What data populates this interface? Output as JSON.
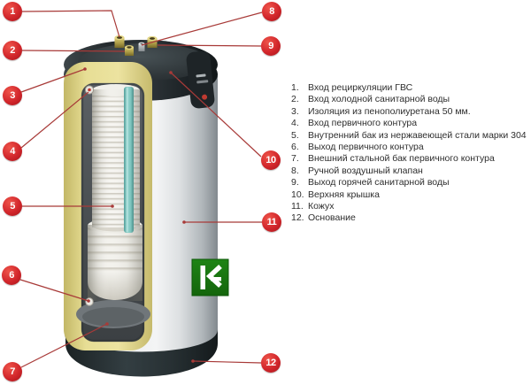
{
  "callouts": [
    "1",
    "2",
    "3",
    "4",
    "5",
    "6",
    "7",
    "8",
    "9",
    "10",
    "11",
    "12"
  ],
  "legend": {
    "items": [
      {
        "num": "1.",
        "label": "Вход рециркуляции ГВС"
      },
      {
        "num": "2.",
        "label": "Вход холодной санитарной воды"
      },
      {
        "num": "3.",
        "label": "Изоляция из пенополиуретана 50 мм."
      },
      {
        "num": "4.",
        "label": "Вход первичного контура"
      },
      {
        "num": "5.",
        "label": "Внутренний бак из нержавеющей стали марки 304"
      },
      {
        "num": "6.",
        "label": "Выход первичного контура"
      },
      {
        "num": "7.",
        "label": "Внешний стальной бак первичного контура"
      },
      {
        "num": "8.",
        "label": "Ручной воздушный клапан"
      },
      {
        "num": "9.",
        "label": "Выход горячей санитарной воды"
      },
      {
        "num": "10.",
        "label": "Верхняя крышка"
      },
      {
        "num": "11.",
        "label": "Кожух"
      },
      {
        "num": "12.",
        "label": "Основание"
      }
    ]
  },
  "brand": {
    "logo_icon": "k-arrow-logo",
    "logo_color": "#1b7c12"
  },
  "colors": {
    "callout_red": "#d2262b",
    "leader_line_red": "#a83a38",
    "insulation_yellow": "#e7de95",
    "top_cover_dark": "#23292c",
    "casing_gray": "#e4e7e8",
    "inner_pipe_teal": "#7fc5bf",
    "base_dark": "#273033",
    "background": "#ffffff"
  }
}
